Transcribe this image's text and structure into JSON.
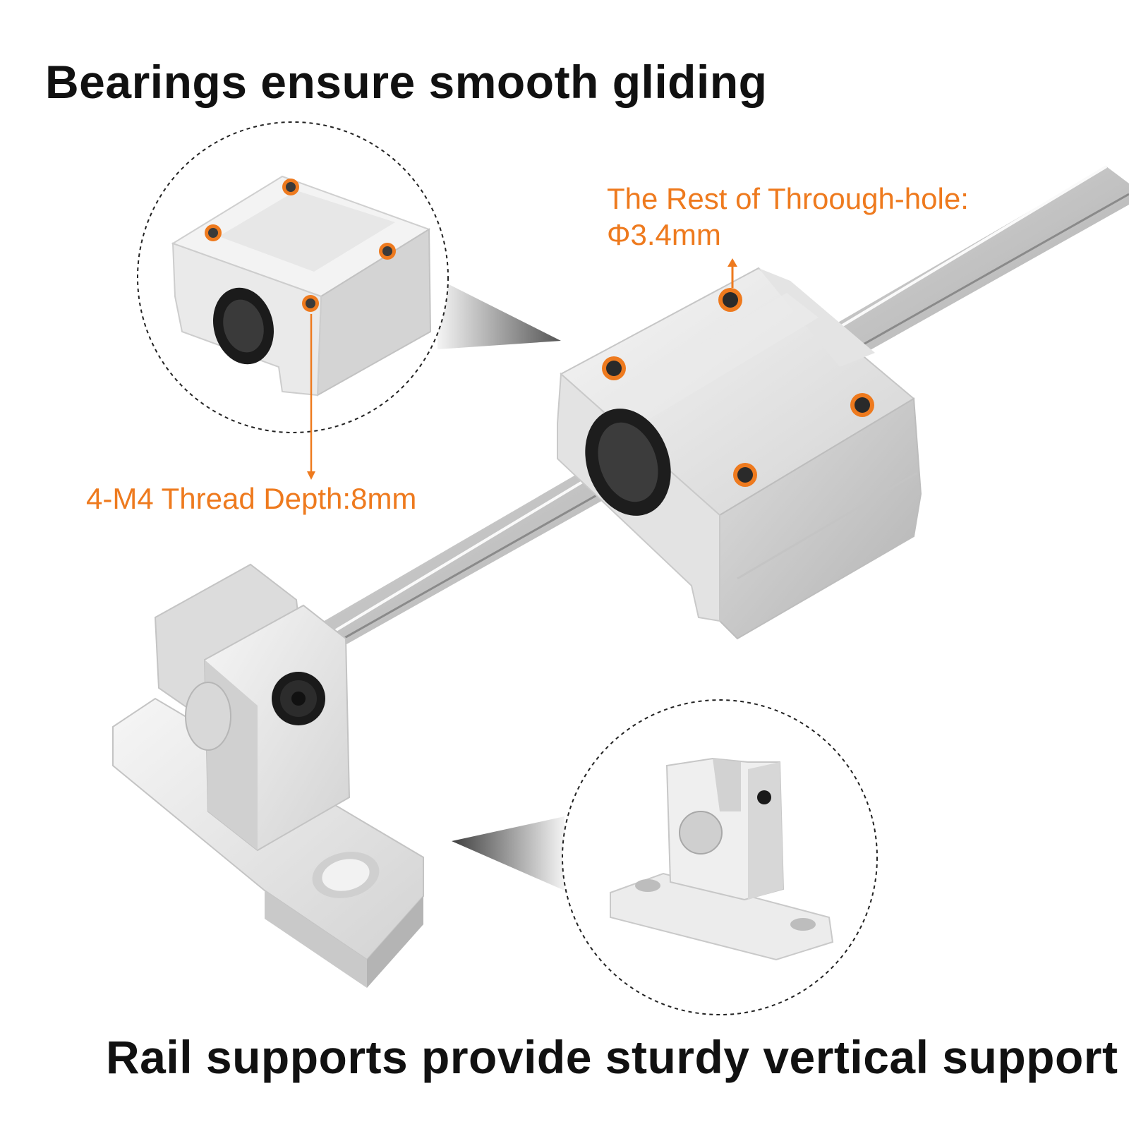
{
  "headline_top": "Bearings ensure smooth gliding",
  "headline_bottom": "Rail supports provide sturdy vertical support",
  "callouts": {
    "through_hole_line1": "The Rest of Throough-hole:",
    "through_hole_line2": "Φ3.4mm",
    "thread": "4-M4 Thread Depth:8mm"
  },
  "colors": {
    "accent": "#EE7A1E",
    "text": "#111111",
    "aluminum_light": "#f1f1f1",
    "aluminum_mid": "#d8d8d8",
    "aluminum_dark": "#a9a9a9",
    "rod": "#bdbdbd"
  },
  "illustrations": {
    "rod": "linear-shaft-rod",
    "block": "linear-bearing-block",
    "support": "shaft-support-bracket",
    "zoom_block": "bearing-block-detail",
    "zoom_support": "support-bracket-detail"
  }
}
